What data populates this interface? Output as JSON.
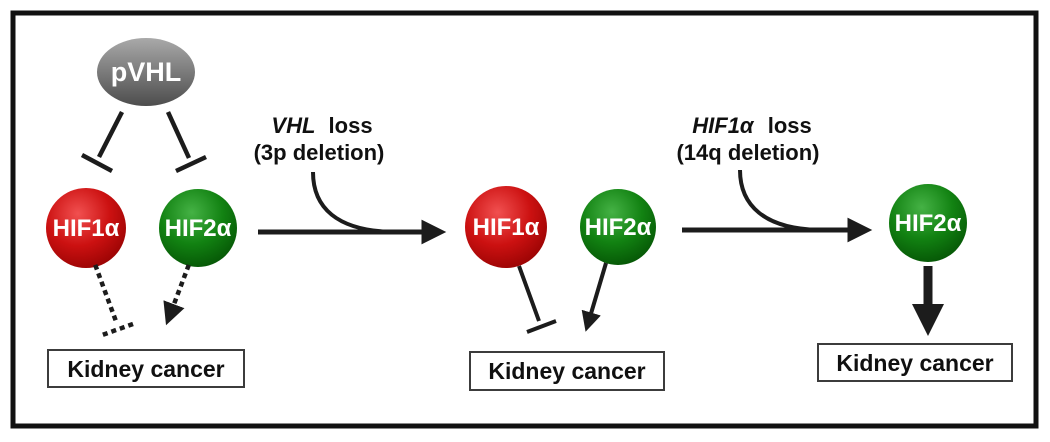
{
  "figure": {
    "panel_vhl_intact": {
      "pvhl": "pVHL",
      "hif1": "HIF1α",
      "hif2": "HIF2α",
      "outcome": "Kidney cancer"
    },
    "transition_vhl_loss": {
      "gene": "VHL",
      "loss_word": "loss",
      "detail": "(3p deletion)"
    },
    "panel_vhl_lost": {
      "hif1": "HIF1α",
      "hif2": "HIF2α",
      "outcome": "Kidney cancer"
    },
    "transition_hif1a_loss": {
      "gene": "HIF1α",
      "loss_word": "loss",
      "detail": "(14q deletion)"
    },
    "panel_hif1a_lost": {
      "hif2": "HIF2α",
      "outcome": "Kidney cancer"
    }
  },
  "colors": {
    "line": "#1c1c1c",
    "frame": "#111111",
    "box_border": "#3c3c3c",
    "red_light": "#f15050",
    "red_mid": "#cc1111",
    "red_dark": "#8d0000",
    "green_light": "#45b245",
    "green_mid": "#128212",
    "green_dark": "#034d03",
    "gray_light": "#a9a9a9",
    "gray_dark": "#4d4d4d",
    "background": "#ffffff"
  }
}
